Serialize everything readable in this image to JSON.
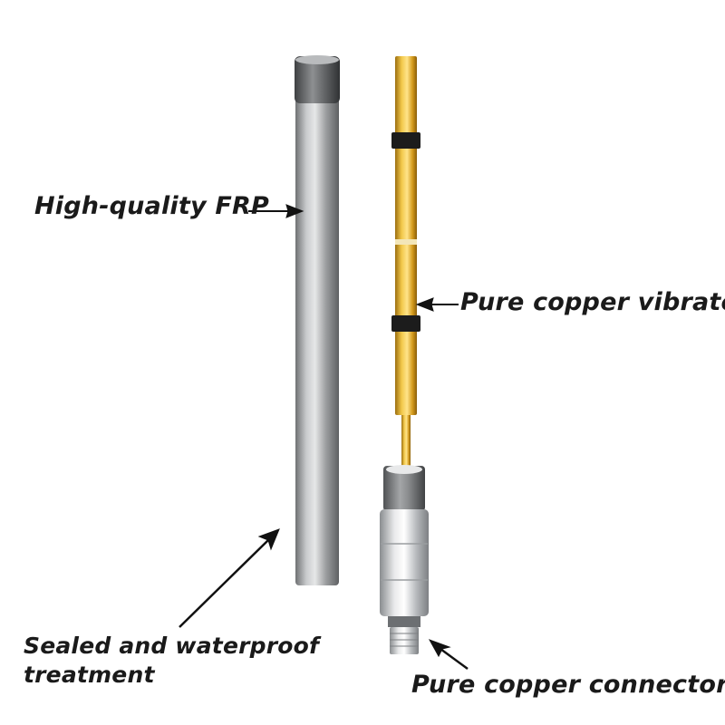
{
  "labels": {
    "frp": "High-quality FRP",
    "vibrator": "Pure copper vibrator",
    "sealed_line1": "Sealed and waterproof",
    "sealed_line2": "treatment",
    "connector": "Pure copper connector"
  },
  "colors": {
    "text": "#1a1a1a",
    "frp_tube": "#a9abad",
    "copper": "#d9a520",
    "connector": "#cfd2d5"
  },
  "parts": {
    "frp_tube": "fiberglass-radome-tube",
    "vibrator": "copper-antenna-element",
    "connector": "n-type-connector"
  }
}
